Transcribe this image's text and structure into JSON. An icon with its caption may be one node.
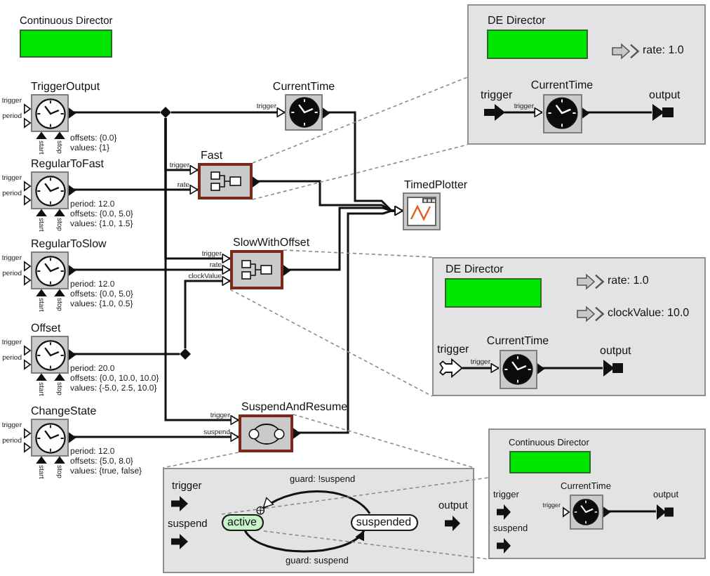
{
  "diagram": {
    "nodes": [
      {
        "text": [
          "Continuous Director"
        ]
      },
      {
        "text": [
          "TriggerOutput"
        ],
        "beside": [
          "trigger",
          "period",
          "start",
          "stop",
          "offsets: {0.0}",
          "values: {1}"
        ]
      },
      {
        "text": [
          "CurrentTime"
        ],
        "beside": [
          "trigger"
        ]
      },
      {
        "text": [],
        "shape": "diamond"
      },
      {
        "text": [
          "RegularToFast"
        ],
        "beside": [
          "trigger",
          "period",
          "start",
          "stop",
          "period: 12.0",
          "offsets: {0.0, 5.0}",
          "values: {1.0, 1.5}"
        ]
      },
      {
        "text": [
          "Fast"
        ],
        "beside": [
          "trigger",
          "rate"
        ]
      },
      {
        "text": [
          "RegularToSlow"
        ],
        "beside": [
          "trigger",
          "period",
          "start",
          "stop",
          "period: 12.0",
          "offsets: {0.0, 5.0}",
          "values: {1.0, 0.5}"
        ]
      },
      {
        "text": [
          "SlowWithOffset"
        ],
        "beside": [
          "trigger",
          "rate",
          "clockValue"
        ]
      },
      {
        "text": [
          "TimedPlotter"
        ]
      },
      {
        "text": [
          "Offset"
        ],
        "beside": [
          "trigger",
          "period",
          "start",
          "stop",
          "period: 20.0",
          "offsets: {0.0, 10.0, 10.0}",
          "values: {-5.0, 2.5, 10.0}"
        ]
      },
      {
        "text": [],
        "shape": "diamond"
      },
      {
        "text": [
          "ChangeState"
        ],
        "beside": [
          "trigger",
          "period",
          "start",
          "stop",
          "period: 12.0",
          "offsets: {5.0, 8.0}",
          "values: {true, false}"
        ]
      },
      {
        "text": [
          "SuspendAndResume"
        ],
        "beside": [
          "trigger",
          "suspend"
        ]
      },
      {
        "text": [],
        "shape": "box"
      },
      {
        "text": [
          "DE Director"
        ],
        "in": 13
      },
      {
        "text": [
          "trigger"
        ],
        "in": 13
      },
      {
        "text": [
          "CurrentTime"
        ],
        "in": 13,
        "beside": [
          "trigger"
        ]
      },
      {
        "text": [
          "output"
        ],
        "in": 13
      },
      {
        "text": [],
        "shape": "box"
      },
      {
        "text": [
          "DE Director"
        ],
        "in": 18
      },
      {
        "text": [
          "trigger"
        ],
        "in": 18
      },
      {
        "text": [
          "CurrentTime"
        ],
        "in": 18,
        "beside": [
          "trigger"
        ]
      },
      {
        "text": [
          "output"
        ],
        "in": 18
      },
      {
        "text": [],
        "shape": "box"
      },
      {
        "text": [
          "trigger"
        ],
        "in": 23
      },
      {
        "text": [
          "suspend"
        ],
        "in": 23
      },
      {
        "text": [
          "active"
        ],
        "in": 23
      },
      {
        "text": [
          "suspended"
        ],
        "in": 23
      },
      {
        "text": [
          "output"
        ],
        "in": 23
      },
      {
        "text": [],
        "shape": "box"
      },
      {
        "text": [
          "Continuous Director"
        ],
        "in": 29
      },
      {
        "text": [
          "trigger"
        ],
        "in": 29
      },
      {
        "text": [
          "suspend"
        ],
        "in": 29
      },
      {
        "text": [
          "CurrentTime"
        ],
        "in": 29,
        "beside": [
          "trigger"
        ]
      },
      {
        "text": [
          "output"
        ],
        "in": 29
      }
    ],
    "edges": [
      {
        "from": 1,
        "to": 3,
        "arrow": "none"
      },
      {
        "from": 3,
        "to": 2,
        "arrow": "to"
      },
      {
        "from": 3,
        "to": 5,
        "arrow": "to"
      },
      {
        "from": 3,
        "to": 7,
        "arrow": "to"
      },
      {
        "from": 3,
        "to": 12,
        "arrow": "to"
      },
      {
        "from": 4,
        "to": 5,
        "arrow": "to"
      },
      {
        "from": 6,
        "to": 7,
        "arrow": "to"
      },
      {
        "from": 9,
        "to": 10,
        "arrow": "none"
      },
      {
        "from": 10,
        "to": 7,
        "arrow": "to"
      },
      {
        "from": 11,
        "to": 12,
        "arrow": "to"
      },
      {
        "from": 2,
        "to": 8,
        "arrow": "to"
      },
      {
        "from": 5,
        "to": 8,
        "arrow": "to"
      },
      {
        "from": 7,
        "to": 8,
        "arrow": "to"
      },
      {
        "from": 12,
        "to": 8,
        "arrow": "to"
      },
      {
        "from": 15,
        "to": 16,
        "arrow": "to"
      },
      {
        "from": 16,
        "to": 17,
        "arrow": "none"
      },
      {
        "from": 20,
        "to": 21,
        "arrow": "to"
      },
      {
        "from": 21,
        "to": 22,
        "arrow": "none"
      },
      {
        "from": 26,
        "to": 27,
        "arrow": "to",
        "label": "guard: suspend"
      },
      {
        "from": 27,
        "to": 26,
        "arrow": "to",
        "label": "guard: !suspend"
      },
      {
        "from": 33,
        "to": 34,
        "arrow": "none"
      },
      {
        "from": 5,
        "to": 13,
        "arrow": "none",
        "style": "dashed",
        "color": "#8c8c8c"
      },
      {
        "from": 5,
        "to": 13,
        "arrow": "none",
        "style": "dashed",
        "color": "#8c8c8c"
      },
      {
        "from": 7,
        "to": 18,
        "arrow": "none",
        "style": "dashed",
        "color": "#8c8c8c"
      },
      {
        "from": 7,
        "to": 18,
        "arrow": "none",
        "style": "dashed",
        "color": "#8c8c8c"
      },
      {
        "from": 12,
        "to": 23,
        "arrow": "none",
        "style": "dashed",
        "color": "#8c8c8c"
      },
      {
        "from": 12,
        "to": 23,
        "arrow": "none",
        "style": "dashed",
        "color": "#8c8c8c"
      },
      {
        "from": 26,
        "to": 29,
        "arrow": "none",
        "style": "dashed",
        "color": "#8c8c8c"
      },
      {
        "from": 26,
        "to": 29,
        "arrow": "none",
        "style": "dashed",
        "color": "#8c8c8c"
      }
    ],
    "labels": [
      "rate: 1.0",
      "rate: 1.0",
      "clockValue: 10.0"
    ]
  }
}
